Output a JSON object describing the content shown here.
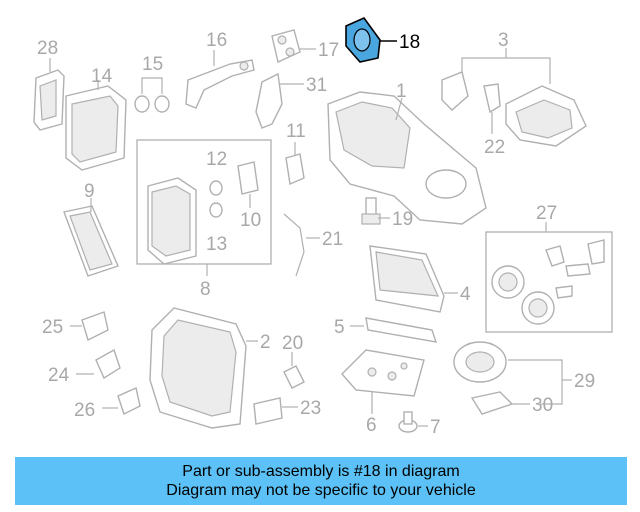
{
  "highlight": {
    "callout": "18",
    "color": "#4aa6df"
  },
  "callouts": {
    "c1": "1",
    "c2": "2",
    "c3": "3",
    "c4": "4",
    "c5": "5",
    "c6": "6",
    "c7": "7",
    "c8": "8",
    "c9": "9",
    "c10": "10",
    "c11": "11",
    "c12": "12",
    "c13": "13",
    "c14": "14",
    "c15": "15",
    "c16": "16",
    "c17": "17",
    "c18": "18",
    "c19": "19",
    "c20": "20",
    "c21": "21",
    "c22": "22",
    "c23": "23",
    "c24": "24",
    "c25": "25",
    "c26": "26",
    "c27": "27",
    "c28": "28",
    "c29": "29",
    "c30": "30",
    "c31": "31"
  },
  "banner": {
    "line1": "Part or sub-assembly is #18 in diagram",
    "line2": "Diagram may not be specific to your vehicle",
    "background": "#5bc1f6"
  }
}
